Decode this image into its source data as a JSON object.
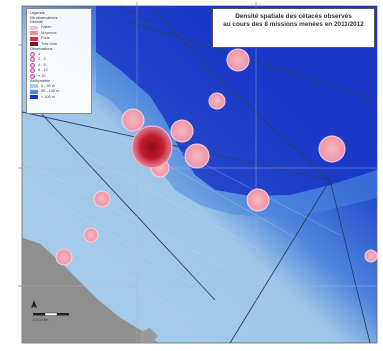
{
  "map": {
    "title_line1": "Densité spatiale des cétacés observés",
    "title_line2": "au cours des 8 missions menées en 2011/2012",
    "colors": {
      "deep_blue": "#1733c4",
      "mid_blue": "#2d6ad6",
      "light_blue": "#7fb0e3",
      "pale_blue": "#a9cdea",
      "land": "#8f8f8f",
      "density_red": "#c2182b",
      "density_pink": "#f2a3b5"
    },
    "legend": {
      "title": "Légende",
      "subtitle": "Nb observations",
      "density_title": "Densité",
      "density_classes": [
        "Faible",
        "Moyenne",
        "Forte",
        "Très forte"
      ],
      "points_title": "Observations",
      "point_classes": [
        "1",
        "2 - 3",
        "4 - 5",
        "6 - 10",
        "> 10"
      ],
      "bathy_title": "Bathymétrie",
      "bathy_classes": [
        "0 - 50 m",
        "50 - 100 m",
        "> 100 m"
      ]
    },
    "north_label": "N",
    "scale_label": "0    5    10 km"
  }
}
